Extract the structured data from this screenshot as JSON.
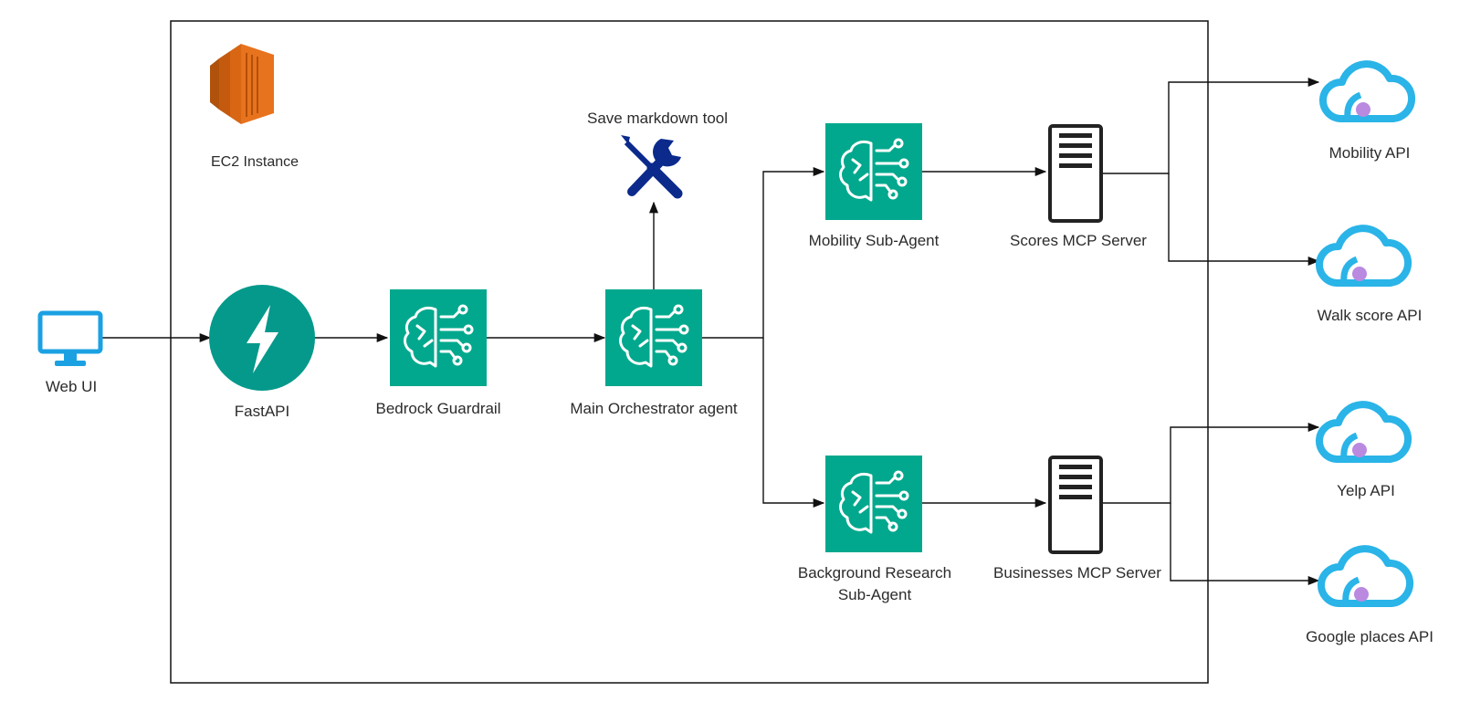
{
  "colors": {
    "agent_teal": "#01A88D",
    "fastapi_teal": "#05998B",
    "ec2_orange": "#D86613",
    "monitor_blue": "#1BA1E2",
    "tool_navy": "#0B2A8C",
    "cloud_blue": "#2AB4E8",
    "cloud_dot": "#B98AE0",
    "line": "#111111"
  },
  "container": {
    "icon": "ec2-icon",
    "label": "EC2 Instance"
  },
  "nodes": {
    "web_ui": {
      "label": "Web UI",
      "icon": "monitor-icon"
    },
    "fastapi": {
      "label": "FastAPI",
      "icon": "lightning-icon"
    },
    "guardrail": {
      "label": "Bedrock Guardrail",
      "icon": "brain-circuit-icon"
    },
    "orchestrator": {
      "label": "Main Orchestrator agent",
      "icon": "brain-circuit-icon"
    },
    "tool": {
      "label": "Save markdown tool",
      "icon": "wrench-screwdriver-icon"
    },
    "mobility_agent": {
      "label": "Mobility Sub-Agent",
      "icon": "brain-circuit-icon"
    },
    "research_agent": {
      "label_line1": "Background Research",
      "label_line2": "Sub-Agent",
      "icon": "brain-circuit-icon"
    },
    "scores_server": {
      "label": "Scores MCP Server",
      "icon": "server-icon"
    },
    "business_server": {
      "label": "Businesses MCP Server",
      "icon": "server-icon"
    },
    "mobility_api": {
      "label": "Mobility API",
      "icon": "cloud-api-icon"
    },
    "walk_api": {
      "label": "Walk score API",
      "icon": "cloud-api-icon"
    },
    "yelp_api": {
      "label": "Yelp API",
      "icon": "cloud-api-icon"
    },
    "google_api": {
      "label": "Google places API",
      "icon": "cloud-api-icon"
    }
  }
}
